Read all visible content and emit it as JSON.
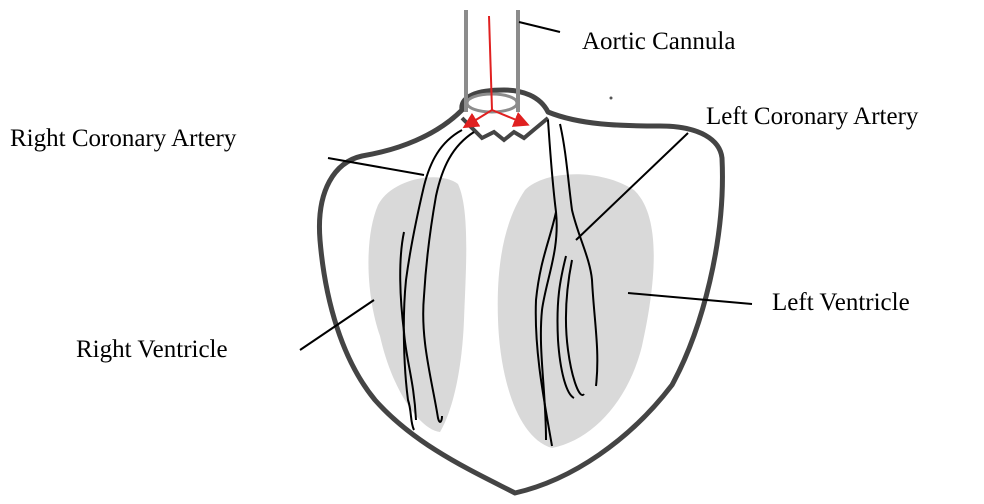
{
  "labels": {
    "aortic_cannula": "Aortic Cannula",
    "right_coronary_artery": "Right Coronary Artery",
    "left_coronary_artery": "Left Coronary Artery",
    "left_ventricle": "Left Ventricle",
    "right_ventricle": "Right Ventricle"
  },
  "colors": {
    "heart_outline": "#444444",
    "ventricle_fill": "#d9d9d9",
    "cannula": "#8c8c8c",
    "flow_arrow": "#e02020",
    "artery_stroke": "#000000",
    "leader_line": "#000000"
  }
}
